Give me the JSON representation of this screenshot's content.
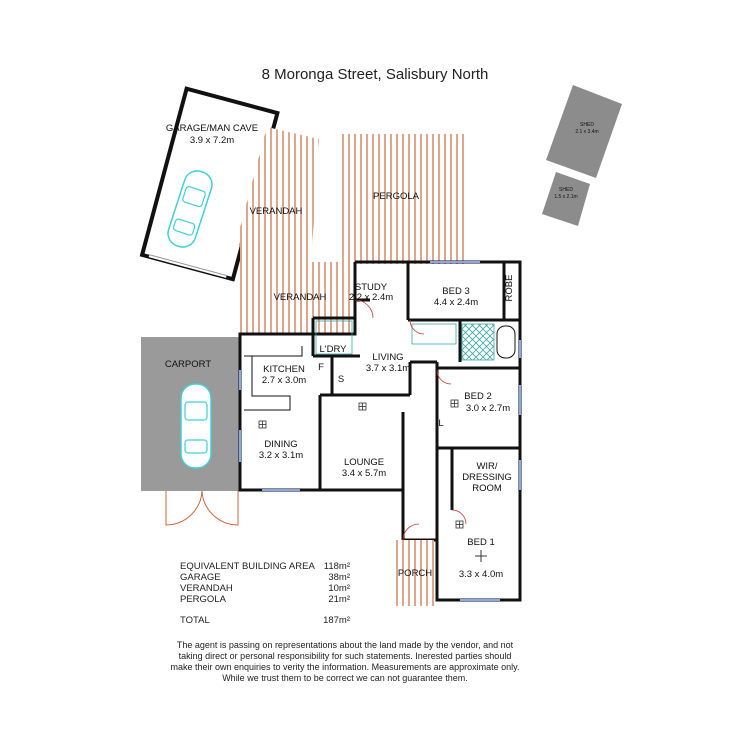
{
  "title": "8 Moronga Street, Salisbury North",
  "rooms": {
    "garage": {
      "name": "GARAGE/MAN CAVE",
      "size": "3.9 x 7.2m"
    },
    "verandah_upper": {
      "name": "VERANDAH"
    },
    "pergola": {
      "name": "PERGOLA"
    },
    "verandah_lower": {
      "name": "VERANDAH"
    },
    "study": {
      "name": "STUDY",
      "size": "2.2 x 2.4m"
    },
    "bed3": {
      "name": "BED 3",
      "size": "4.4 x 2.4m"
    },
    "robe": {
      "name": "ROBE"
    },
    "laundry": {
      "name": "L'DRY"
    },
    "living": {
      "name": "LIVING",
      "size": "3.7 x 3.1m"
    },
    "kitchen": {
      "name": "KITCHEN",
      "size": "2.7 x 3.0m"
    },
    "fridge": {
      "name": "F"
    },
    "store": {
      "name": "S"
    },
    "carport": {
      "name": "CARPORT"
    },
    "bed2": {
      "name": "BED 2",
      "size": "3.0 x 2.7m"
    },
    "linen": {
      "name": "L"
    },
    "dining": {
      "name": "DINING",
      "size": "3.2 x 3.1m"
    },
    "lounge": {
      "name": "LOUNGE",
      "size": "3.4 x 5.7m"
    },
    "wir": {
      "name": "WIR/",
      "name2": "DRESSING",
      "name3": "ROOM"
    },
    "bed1": {
      "name": "BED 1",
      "size": "3.3 x 4.0m"
    },
    "porch": {
      "name": "PORCH"
    },
    "shed1": {
      "name": "SHED",
      "size": "2.1 x 3.4m"
    },
    "shed2": {
      "name": "SHED",
      "size": "1.5 x 2.1m"
    }
  },
  "areas": [
    {
      "label": "EQUIVALENT BUILDING AREA",
      "value": "118m²"
    },
    {
      "label": "GARAGE",
      "value": "38m²"
    },
    {
      "label": "VERANDAH",
      "value": "10m²"
    },
    {
      "label": "PERGOLA",
      "value": "21m²"
    }
  ],
  "total": {
    "label": "TOTAL",
    "value": "187m²"
  },
  "disclaimer": "The agent is passing on representations about the land made by the vendor, and not taking direct or personal responsibility for such statements. Inerested parties should make their own enquiries to verity the information. Measurements are approximate only. While we trust them to be correct we can not guarantee them.",
  "colors": {
    "wall": "#111111",
    "timber": "#c86a3c",
    "concrete": "#9a9a9a",
    "shed": "#8c8c8c",
    "car": "#3fd0d6",
    "window": "#8aa6e6",
    "tile": "#3aa7a7"
  }
}
